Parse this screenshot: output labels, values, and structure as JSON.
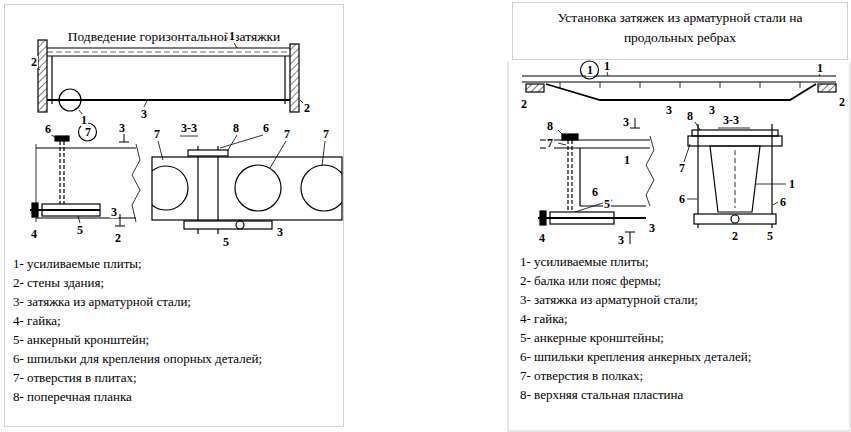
{
  "diagram": {
    "nodes": [
      {
        "text": [
          "Подведение горизонтальной затяжки"
        ]
      },
      {
        "text": [
          "Установка затяжек из арматурной стали на продольных ребрах"
        ]
      }
    ],
    "labels": [
      "1",
      "2",
      "2",
      "1",
      "3",
      "6",
      "7",
      "3",
      "5",
      "4",
      "2",
      "3-3",
      "8",
      "6",
      "7",
      "7",
      "7",
      "5",
      "3",
      "3",
      "1- усиливаемые плиты;",
      "2- стены здания;",
      "3- затяжка из арматурной стали;",
      "4- гайка;",
      "5- анкерный кронштейн;",
      "6- шпильки для крепления опорных деталей;",
      "7- отверстия в плитах;",
      "8- поперечная планка",
      "1",
      "1",
      "1",
      "2",
      "2",
      "3",
      "8",
      "7",
      "1",
      "3",
      "6",
      "5",
      "4",
      "3",
      "3",
      "3-3",
      "8",
      "3",
      "7",
      "6",
      "1",
      "6",
      "2",
      "5",
      "1- усиливаемые плиты;",
      "2- балка или пояс фермы;",
      "3- затяжка из арматурной стали;",
      "4- гайка;",
      "5- анкерные кронштейны;",
      "6- шпильки крепления анкерных деталей;",
      "7- отверстия в полках;",
      "8- верхняя стальная пластина"
    ]
  }
}
